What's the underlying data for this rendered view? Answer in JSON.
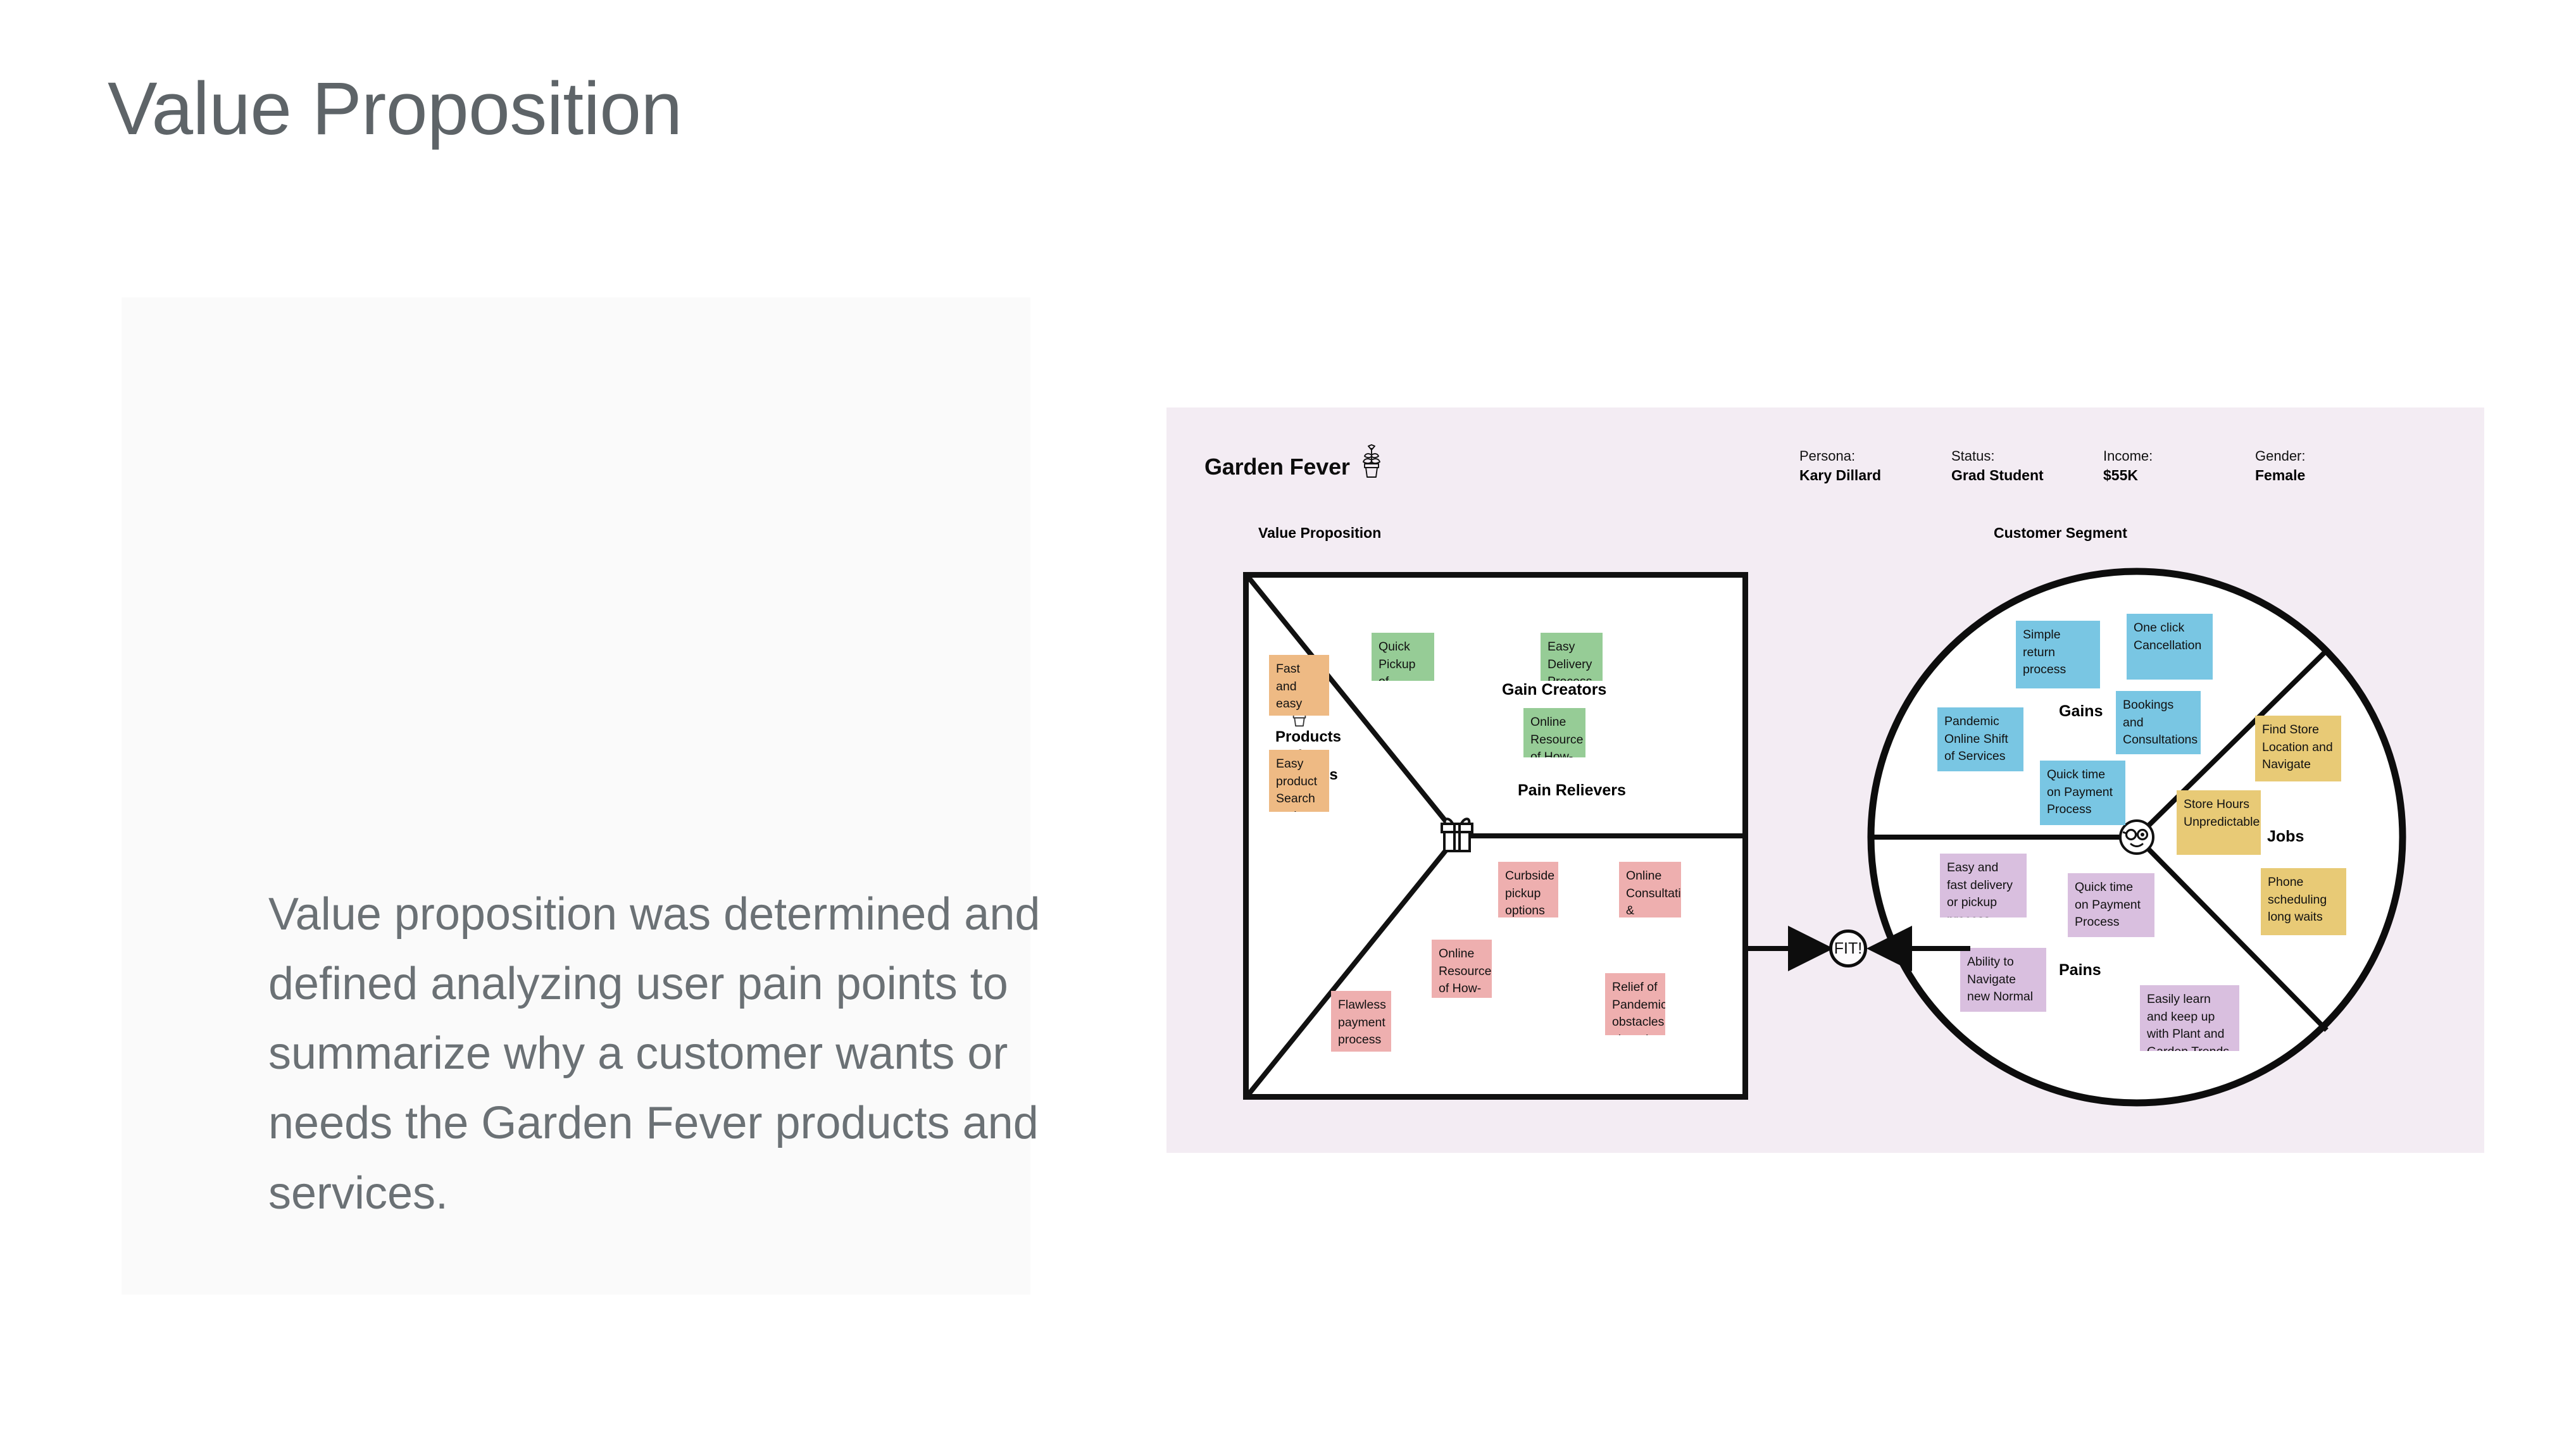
{
  "slide": {
    "title": "Value Proposition",
    "lead_paragraph": "Value proposition was determined and defined analyzing user pain points to summarize why a customer wants or needs the Garden Fever products and services."
  },
  "canvas": {
    "brand_name": "Garden Fever",
    "brand_icon": "potted-plant-icon",
    "background_color": "#f3ecf3",
    "persona_meta": [
      {
        "label": "Persona:",
        "value": "Kary Dillard"
      },
      {
        "label": "Status:",
        "value": "Grad Student"
      },
      {
        "label": "Income:",
        "value": "$55K"
      },
      {
        "label": "Gender:",
        "value": "Female"
      }
    ],
    "section_captions": {
      "value_proposition": "Value Proposition",
      "customer_segment": "Customer Segment"
    },
    "fit_node_label": "FIT!"
  },
  "value_proposition": {
    "quadrant_labels": {
      "gain_creators": "Gain Creators",
      "products_and_services": "Products and\nServices",
      "pain_relievers": "Pain Relievers"
    },
    "icons": {
      "products": "potted-plant-icon",
      "fit_connector": "gift-box-icon"
    },
    "gain_creators": [
      {
        "text": "Quick Pickup of Products",
        "color": "#96cc96"
      },
      {
        "text": "Easy Delivery Process",
        "color": "#96cc96"
      },
      {
        "text": "Online Resource of How-to Tips",
        "color": "#96cc96"
      }
    ],
    "products_and_services": [
      {
        "text": "Fast and easy mobile app plant / product finder",
        "color": "#eeba84"
      },
      {
        "text": "Easy product Search and Payment Process",
        "color": "#eeba84"
      }
    ],
    "pain_relievers": [
      {
        "text": "Curbside pickup options",
        "color": "#eeafaf"
      },
      {
        "text": "Online Consultations & Booking",
        "color": "#eeafaf"
      },
      {
        "text": "Online Resource of How-to Tips",
        "color": "#eeafaf"
      },
      {
        "text": "Relief of Pandemic obstacles shopping",
        "color": "#eeafaf"
      },
      {
        "text": "Flawless payment process system",
        "color": "#eeafaf"
      }
    ]
  },
  "customer_segment": {
    "quadrant_labels": {
      "gains": "Gains",
      "jobs": "Jobs",
      "pains": "Pains"
    },
    "icons": {
      "center": "smiley-glasses-icon"
    },
    "gains": [
      {
        "text": "Simple return process",
        "color": "#79c6e3"
      },
      {
        "text": "One click Cancellation",
        "color": "#79c6e3"
      },
      {
        "text": "Bookings and Consultations",
        "color": "#79c6e3"
      },
      {
        "text": "Pandemic Online Shift of Services",
        "color": "#79c6e3"
      },
      {
        "text": "Quick time on Payment Process",
        "color": "#79c6e3"
      }
    ],
    "jobs": [
      {
        "text": "Find Store Location and Navigate",
        "color": "#e8ca76"
      },
      {
        "text": "Store Hours Unpredictable",
        "color": "#e8ca76"
      },
      {
        "text": "Phone scheduling long waits",
        "color": "#e8ca76"
      }
    ],
    "pains": [
      {
        "text": "Easy and fast delivery or pickup process",
        "color": "#d9bfdf"
      },
      {
        "text": "Quick time on Payment Process",
        "color": "#d9bfdf"
      },
      {
        "text": "Ability to Navigate new Normal",
        "color": "#d9bfdf"
      },
      {
        "text": "Easily learn and keep up with Plant and Garden Trends - Tips",
        "color": "#d9bfdf"
      }
    ]
  }
}
